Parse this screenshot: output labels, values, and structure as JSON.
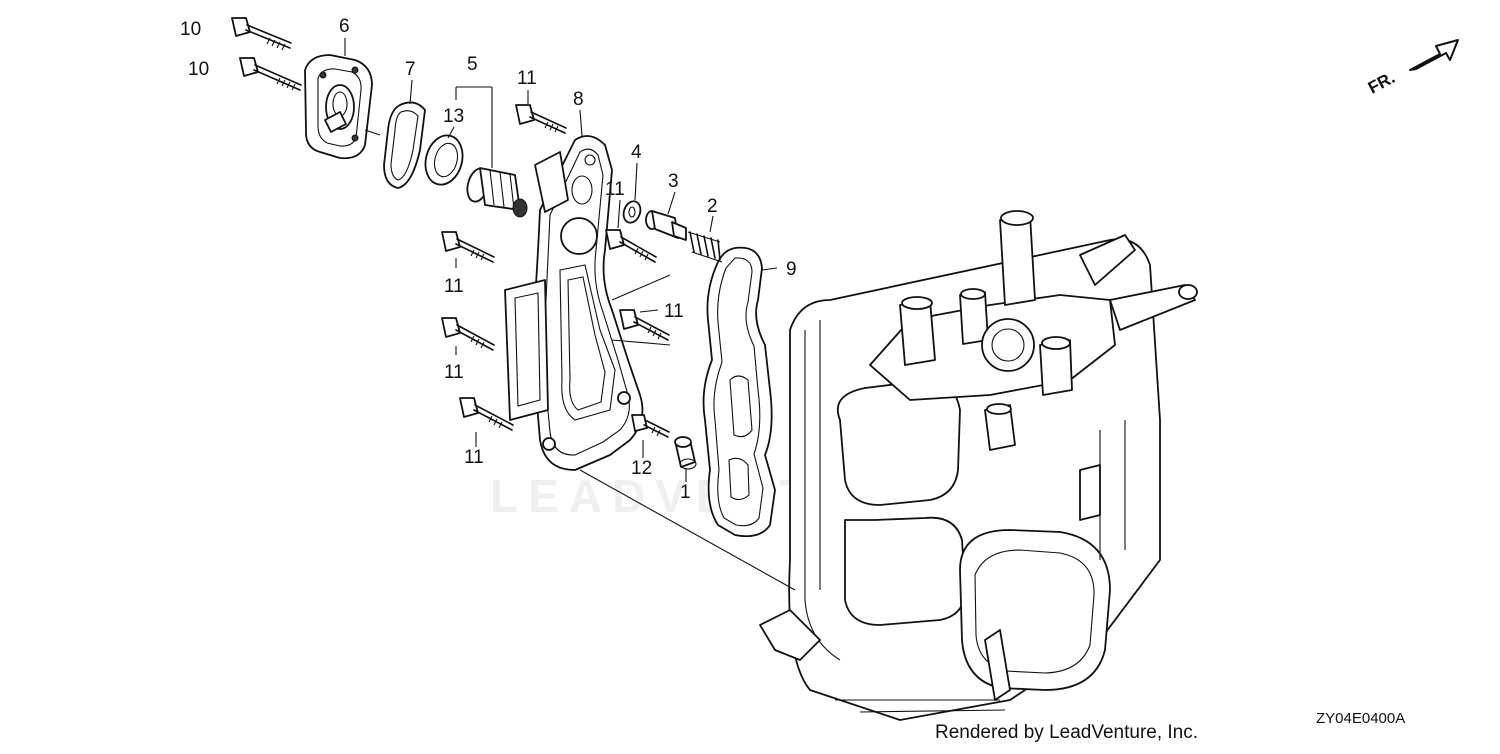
{
  "diagram": {
    "callouts": [
      {
        "id": "c10a",
        "label": "10"
      },
      {
        "id": "c10b",
        "label": "10"
      },
      {
        "id": "c6",
        "label": "6"
      },
      {
        "id": "c7",
        "label": "7"
      },
      {
        "id": "c5",
        "label": "5"
      },
      {
        "id": "c13",
        "label": "13"
      },
      {
        "id": "c11a",
        "label": "11"
      },
      {
        "id": "c8",
        "label": "8"
      },
      {
        "id": "c11b",
        "label": "11"
      },
      {
        "id": "c4",
        "label": "4"
      },
      {
        "id": "c3",
        "label": "3"
      },
      {
        "id": "c2",
        "label": "2"
      },
      {
        "id": "c9",
        "label": "9"
      },
      {
        "id": "c11c",
        "label": "11"
      },
      {
        "id": "c11d",
        "label": "11"
      },
      {
        "id": "c11e",
        "label": "11"
      },
      {
        "id": "c11f",
        "label": "11"
      },
      {
        "id": "c12",
        "label": "12"
      },
      {
        "id": "c1",
        "label": "1"
      }
    ],
    "direction_label": "FR.",
    "watermark": "LEADVENTURE",
    "credit": "Rendered by LeadVenture, Inc.",
    "diagram_code": "ZY04E0400A"
  }
}
